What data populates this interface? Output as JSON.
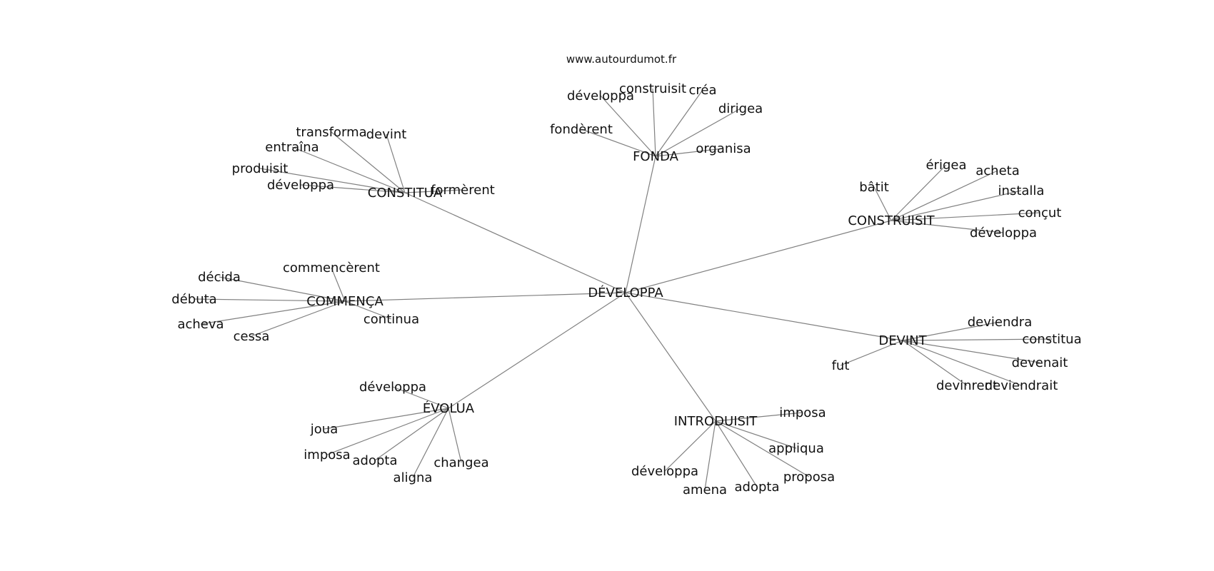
{
  "site_label": "www.autourdumot.fr",
  "root": {
    "label": "DÉVELOPPA",
    "hubs": [
      {
        "key": "fonda",
        "label": "FONDA",
        "leaves": [
          "développa",
          "construisit",
          "créa",
          "dirigea",
          "fondèrent",
          "organisa"
        ]
      },
      {
        "key": "constitua",
        "label": "CONSTITUA",
        "leaves": [
          "transforma",
          "devint",
          "entraîna",
          "produisit",
          "développa",
          "formèrent"
        ]
      },
      {
        "key": "construisit",
        "label": "CONSTRUISIT",
        "leaves": [
          "érigea",
          "acheta",
          "bâtit",
          "installa",
          "conçut",
          "développa"
        ]
      },
      {
        "key": "commenca",
        "label": "COMMENÇA",
        "leaves": [
          "commencèrent",
          "décida",
          "débuta",
          "continua",
          "acheva",
          "cessa"
        ]
      },
      {
        "key": "devint",
        "label": "DEVINT",
        "leaves": [
          "deviendra",
          "constitua",
          "fut",
          "devenait",
          "devinrent",
          "deviendrait"
        ]
      },
      {
        "key": "evolua",
        "label": "ÉVOLUA",
        "leaves": [
          "développa",
          "joua",
          "imposa",
          "adopta",
          "changea",
          "aligna"
        ]
      },
      {
        "key": "introduisit",
        "label": "INTRODUISIT",
        "leaves": [
          "imposa",
          "appliqua",
          "proposa",
          "développa",
          "adopta",
          "amena"
        ]
      }
    ]
  }
}
